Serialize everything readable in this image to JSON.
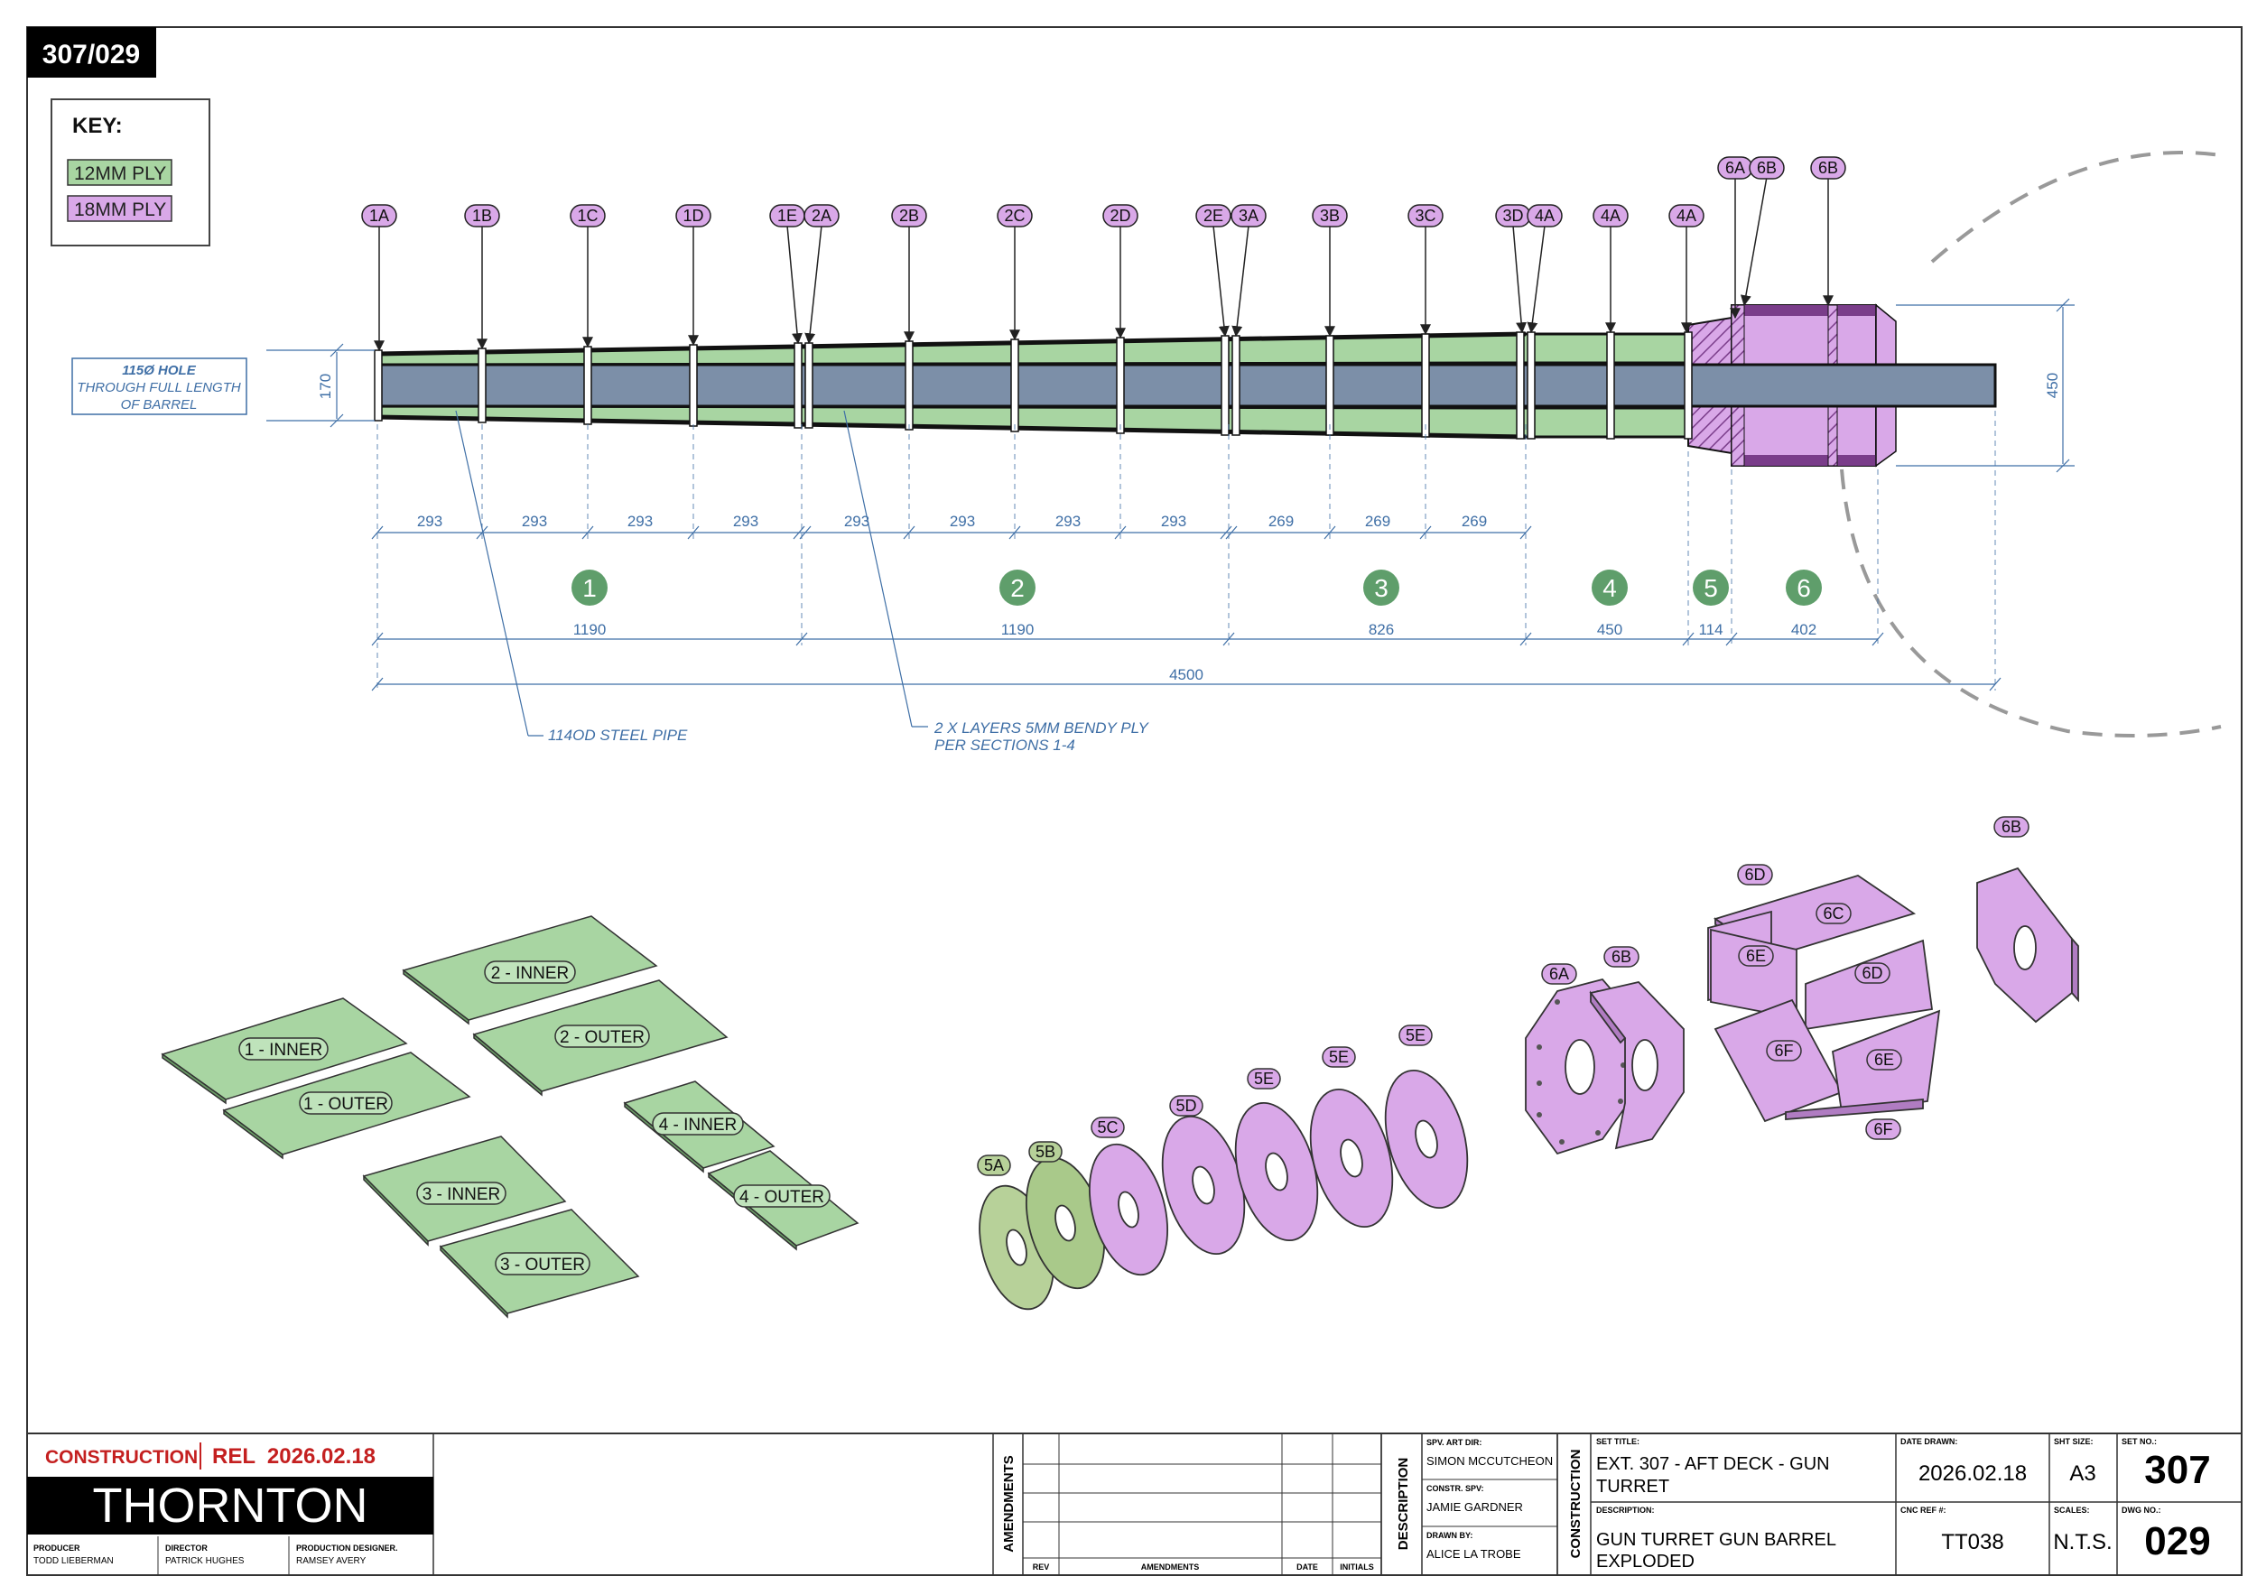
{
  "sheet_id": "307/029",
  "key": {
    "title": "KEY:",
    "items": [
      {
        "label": "12MM PLY",
        "color": "#a8d5a2"
      },
      {
        "label": "18MM PLY",
        "color": "#d9a8e8"
      }
    ]
  },
  "colors": {
    "green": "#a8d5a2",
    "green_face": "#b9e0b8",
    "purple": "#d9a8e8",
    "purple_face": "#e3b8ef",
    "pipe": "#7c8fa8",
    "dim_blue": "#3f6fa6",
    "red": "#c42020"
  },
  "station_labels": [
    "1A",
    "1B",
    "1C",
    "1D",
    "1E",
    "2A",
    "2B",
    "2C",
    "2D",
    "2E",
    "3A",
    "3B",
    "3C",
    "3D",
    "4A",
    "4A",
    "4A",
    "6A",
    "6B",
    "6B"
  ],
  "hole_note": {
    "line1": "115Ø HOLE",
    "line2": "THROUGH FULL LENGTH",
    "line3": "OF BARREL"
  },
  "dims": {
    "dia_left": "170",
    "dia_right": "450",
    "segments": [
      "293",
      "293",
      "293",
      "293",
      "293",
      "293",
      "293",
      "293",
      "269",
      "269",
      "269"
    ],
    "section_lengths": [
      "1190",
      "1190",
      "826",
      "450",
      "114",
      "402"
    ],
    "total": "4500"
  },
  "sections": [
    "1",
    "2",
    "3",
    "4",
    "5",
    "6"
  ],
  "notes": {
    "pipe": "114OD STEEL PIPE",
    "ply_line1": "2 X LAYERS 5MM BENDY PLY",
    "ply_line2": "PER SECTIONS 1-4"
  },
  "sheets": [
    "1 - INNER",
    "1 - OUTER",
    "2 - INNER",
    "2 - OUTER",
    "3 - INNER",
    "3 - OUTER",
    "4 - INNER",
    "4 - OUTER"
  ],
  "parts": {
    "disc_5A": "5A",
    "disc_5B": "5B",
    "disc_5C": "5C",
    "disc_5D": "5D",
    "disc_5E1": "5E",
    "disc_5E2": "5E",
    "disc_5E3": "5E",
    "p6A": "6A",
    "p6B1": "6B",
    "p6B2": "6B",
    "p6C": "6C",
    "p6D1": "6D",
    "p6D2": "6D",
    "p6E1": "6E",
    "p6E2": "6E",
    "p6F1": "6F",
    "p6F2": "6F"
  },
  "title_block": {
    "status": "CONSTRUCTION",
    "rel": "REL  2026.02.18",
    "company": "THORNTON",
    "producer_label": "PRODUCER",
    "producer": "TODD LIEBERMAN",
    "director_label": "DIRECTOR",
    "director": "PATRICK HUGHES",
    "pd_label": "PRODUCTION DESIGNER.",
    "pd": "RAMSEY AVERY",
    "amendments_label": "AMENDMENTS",
    "rev_col": "REV",
    "amend_col": "AMENDMENTS",
    "date_col": "DATE",
    "initials_col": "INITIALS",
    "description_label": "DESCRIPTION",
    "spv_art_dir_label": "SPV. ART DIR:",
    "spv_art_dir": "SIMON MCCUTCHEON",
    "constr_spv_label": "CONSTR. SPV:",
    "constr_spv": "JAMIE GARDNER",
    "drawn_by_label": "DRAWN BY:",
    "drawn_by": "ALICE LA TROBE",
    "construction_label": "CONSTRUCTION",
    "set_title_label": "SET TITLE:",
    "set_title_1": "EXT. 307 - AFT DECK - GUN",
    "set_title_2": "TURRET",
    "description_field_label": "DESCRIPTION:",
    "description_1": "GUN TURRET GUN BARREL",
    "description_2": "EXPLODED",
    "date_drawn_label": "DATE DRAWN:",
    "date_drawn": "2026.02.18",
    "sht_size_label": "SHT SIZE:",
    "sht_size": "A3",
    "set_no_label": "SET NO.:",
    "set_no": "307",
    "cnc_ref_label": "CNC REF #:",
    "cnc_ref": "TT038",
    "scales_label": "SCALES:",
    "scales": "N.T.S.",
    "dwg_no_label": "DWG NO.:",
    "dwg_no": "029"
  }
}
